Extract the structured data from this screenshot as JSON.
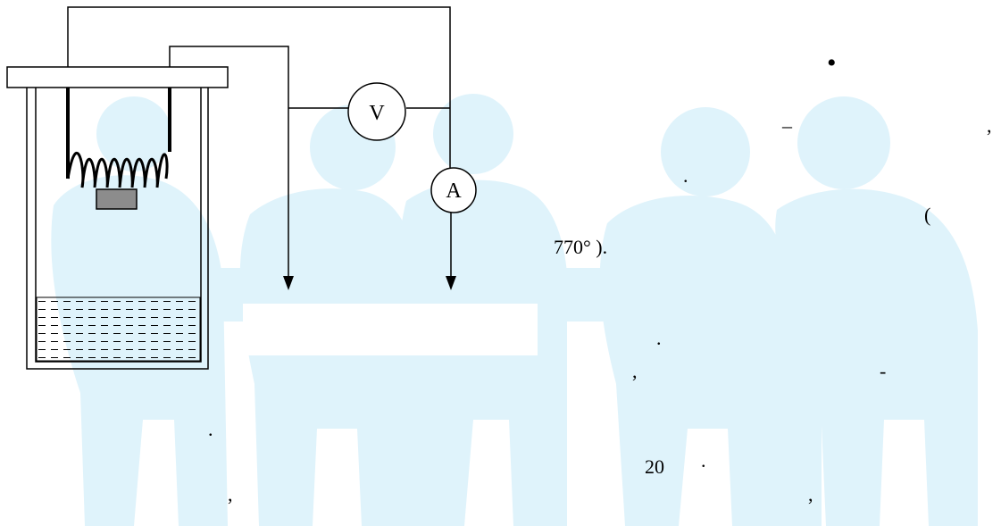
{
  "colors": {
    "watermark": "#dff3fb",
    "line": "#000000",
    "sample": "#8c8c8c",
    "paper": "#ffffff"
  },
  "diagram": {
    "voltmeter_label": "V",
    "ammeter_label": "A"
  },
  "text_fragments": {
    "bullet": "•",
    "dash_top": "–",
    "comma_top": ",",
    "dot_mid": ".",
    "paren_open": "(",
    "temperature": "770°  ).",
    "dot_lower": ".",
    "comma_lower": ",",
    "hyphen_lower": "-",
    "dot_bottom_left": ".",
    "comma_bottom_left": ",",
    "twenty": "20",
    "dot_after_twenty": ".",
    "comma_bottom_right": ","
  }
}
